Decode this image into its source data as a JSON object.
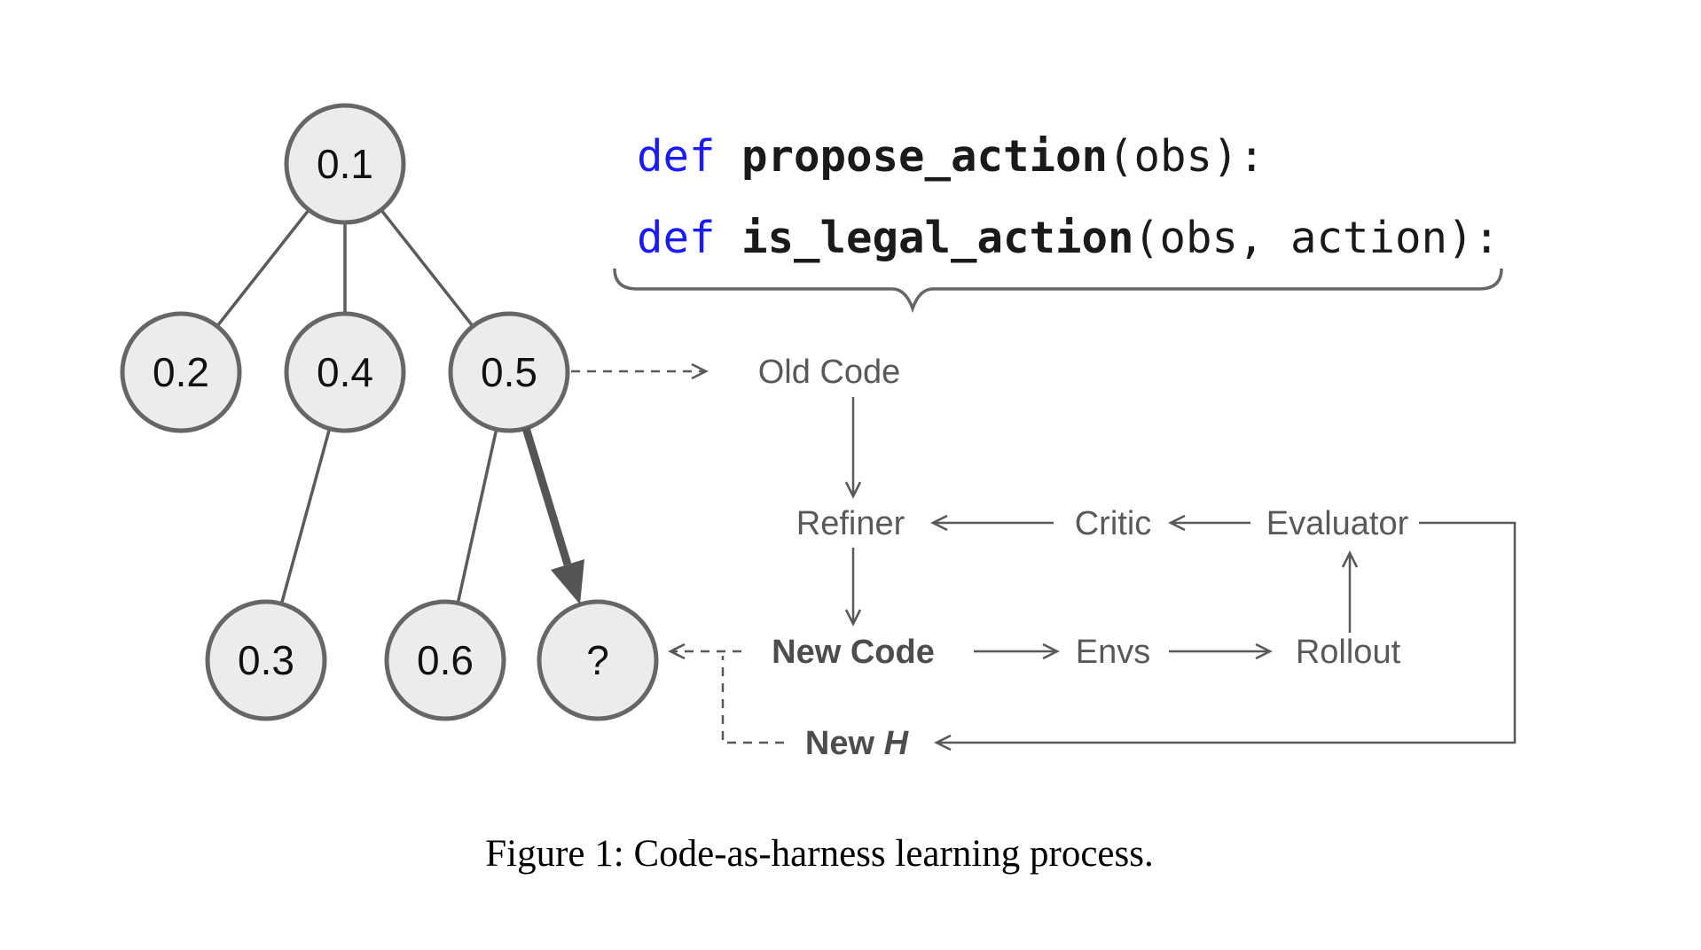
{
  "figure": {
    "caption": "Figure 1: Code-as-harness learning process."
  },
  "code": {
    "line1": {
      "keyword": "def",
      "name": "propose_action",
      "args": "(obs):"
    },
    "line2": {
      "keyword": "def",
      "name": "is_legal_action",
      "args": "(obs, action):"
    }
  },
  "tree": {
    "nodes": [
      {
        "id": "root",
        "label": "0.1"
      },
      {
        "id": "child1",
        "label": "0.2"
      },
      {
        "id": "child2",
        "label": "0.4"
      },
      {
        "id": "child3",
        "label": "0.5"
      },
      {
        "id": "leaf1",
        "label": "0.3"
      },
      {
        "id": "leaf2",
        "label": "0.6"
      },
      {
        "id": "leaf3",
        "label": "?"
      }
    ]
  },
  "flow": {
    "old_code": "Old Code",
    "refiner": "Refiner",
    "critic": "Critic",
    "evaluator": "Evaluator",
    "new_code": "New Code",
    "envs": "Envs",
    "rollout": "Rollout",
    "new_h_prefix": "New ",
    "new_h_var": "H"
  },
  "colors": {
    "keyword_blue": "#1a1aff",
    "node_fill": "#ececec",
    "node_stroke": "#666666",
    "label_gray": "#595959",
    "bold_gray": "#4d4d4d",
    "code_black": "#1a1a1a"
  }
}
